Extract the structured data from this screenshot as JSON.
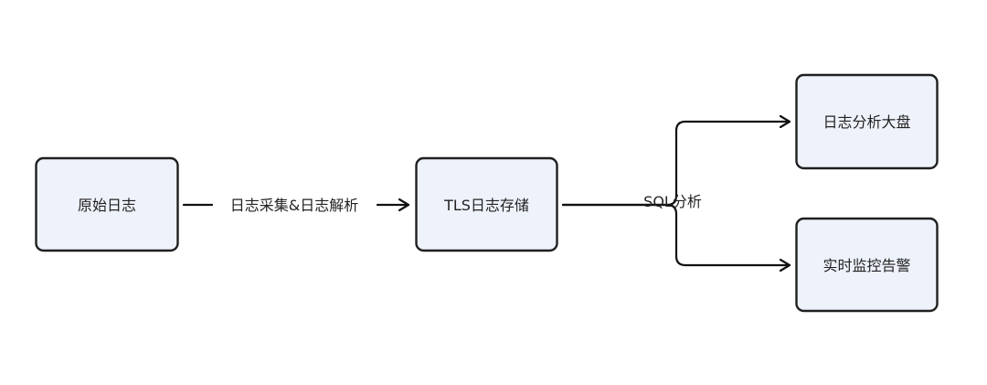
{
  "diagram": {
    "nodes": {
      "raw_logs": "原始日志",
      "tls_storage": "TLS日志存储",
      "dashboard": "日志分析大盘",
      "alerting": "实时监控告警"
    },
    "edges": {
      "collect_parse": "日志采集&日志解析",
      "sql_analysis": "SQL分析"
    },
    "colors": {
      "node_fill": "#eef2fb",
      "node_stroke": "#1f1f1f",
      "arrow": "#111111",
      "background": "#ffffff"
    }
  }
}
